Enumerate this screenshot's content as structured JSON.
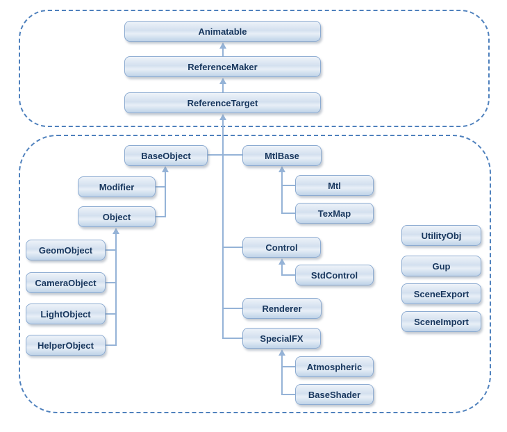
{
  "nodes": {
    "animatable": "Animatable",
    "reference_maker": "ReferenceMaker",
    "reference_target": "ReferenceTarget",
    "base_object": "BaseObject",
    "mtl_base": "MtlBase",
    "modifier": "Modifier",
    "object": "Object",
    "mtl": "Mtl",
    "tex_map": "TexMap",
    "geom_object": "GeomObject",
    "camera_object": "CameraObject",
    "light_object": "LightObject",
    "helper_object": "HelperObject",
    "control": "Control",
    "std_control": "StdControl",
    "renderer": "Renderer",
    "special_fx": "SpecialFX",
    "atmospheric": "Atmospheric",
    "base_shader": "BaseShader",
    "utility_obj": "UtilityObj",
    "gup": "Gup",
    "scene_export": "SceneExport",
    "scene_import": "SceneImport"
  },
  "colors": {
    "group_border": "#4f81bd",
    "node_border": "#8cabd1",
    "node_fill_top": "#eef3f9",
    "node_fill_bottom": "#bfd3e8",
    "connector": "#95b3d7",
    "node_text": "#17365d",
    "background": "#ffffff"
  }
}
